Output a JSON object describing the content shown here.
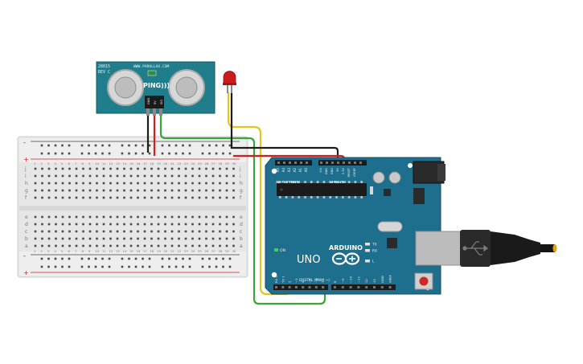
{
  "sensor": {
    "model": "28015",
    "revision": "REV C",
    "website": "WWW.PARALLAX.COM",
    "name": "PING)))",
    "pins": [
      "GND",
      "5V",
      "SIG"
    ]
  },
  "breadboard": {
    "rail_signs": {
      "minus": "-",
      "plus": "+"
    },
    "row_letters_top": [
      "j",
      "i",
      "h",
      "g",
      "f"
    ],
    "row_letters_bottom": [
      "e",
      "d",
      "c",
      "b",
      "a"
    ],
    "column_numbers": [
      "1",
      "2",
      "3",
      "4",
      "5",
      "6",
      "7",
      "8",
      "9",
      "10",
      "11",
      "12",
      "13",
      "14",
      "15",
      "16",
      "17",
      "18",
      "19",
      "20",
      "21",
      "22",
      "23",
      "24",
      "25",
      "26",
      "27",
      "28",
      "29",
      "30"
    ]
  },
  "arduino": {
    "brand": "ARDUINO",
    "model": "UNO",
    "on_label": "ON",
    "analog_header": "ANALOG IN",
    "power_header": "POWER",
    "digital_header": "DIGITAL (PWM ~)",
    "analog_pins": [
      "A5",
      "A4",
      "A3",
      "A2",
      "A1",
      "A0"
    ],
    "power_pins": [
      "Vin",
      "GND",
      "GND",
      "5V",
      "3.3V",
      "RESET",
      "IOREF"
    ],
    "digital_pins_low": [
      "RX 0",
      "TX 1",
      "2",
      "~3",
      "4",
      "~5",
      "~6",
      "7"
    ],
    "digital_pins_high": [
      "8",
      "~9",
      "~10",
      "~11",
      "12",
      "13",
      "GND",
      "AREF"
    ],
    "leds": [
      "TX",
      "RX",
      "L"
    ]
  },
  "colors": {
    "wire_red": "#d41d1d",
    "wire_black": "#1c1c1c",
    "wire_green": "#3aa53a",
    "wire_yellow": "#e6c41c",
    "board": "#1e6e8e",
    "sensor_board": "#1f7d8c",
    "led_red": "#cc1b1b"
  }
}
